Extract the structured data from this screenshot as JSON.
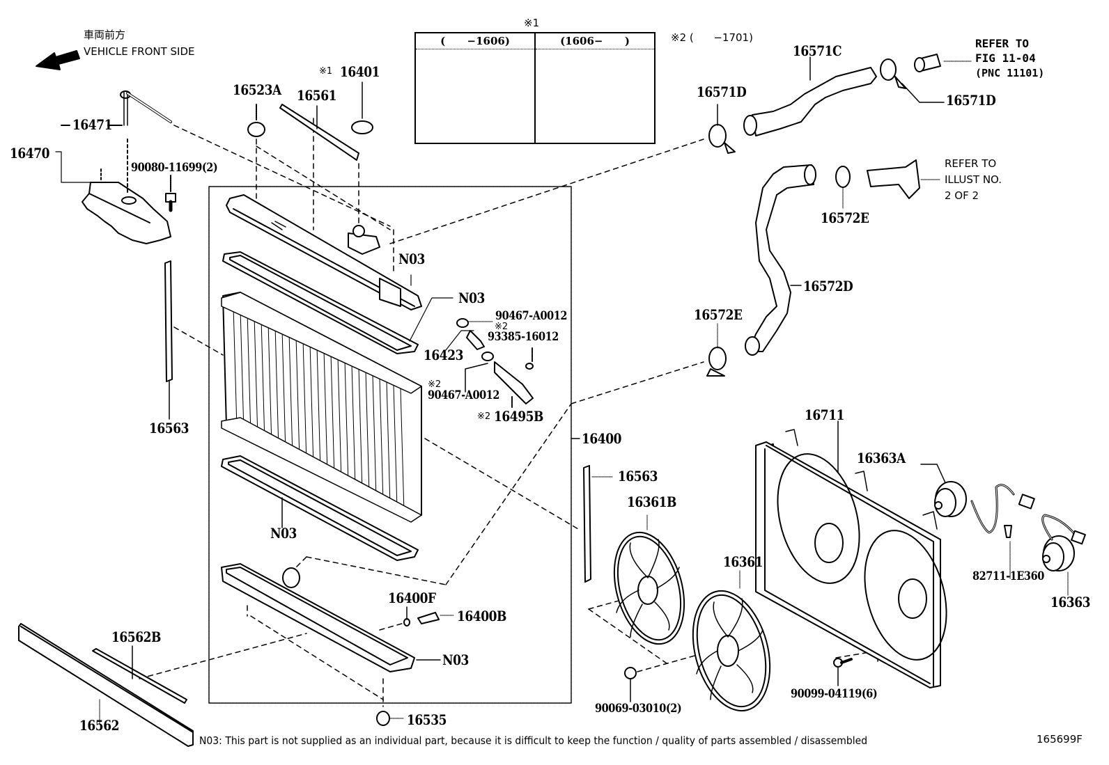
{
  "diagram": {
    "title_code": "165699F",
    "orientation": {
      "japanese": "車両前方",
      "english": "VEHICLE FRONT SIDE",
      "arrow_icon": "arrow-left-down"
    },
    "footnote": "N03: This part is not supplied as an individual part, because it is difficult to keep the function / quality of parts assembled / disassembled",
    "cap_variants": {
      "marker": "※1",
      "left_header": "(      −1606)",
      "right_header": "(1606−      )"
    },
    "hose_note": "※2 (      −1701)",
    "refers": {
      "fig": [
        "REFER TO",
        "FIG 11-04",
        "(PNC 11101)"
      ],
      "illust": [
        "REFER TO",
        "ILLUST NO.",
        "2 OF 2"
      ]
    },
    "parts": [
      {
        "id": "p16471",
        "label": "16471"
      },
      {
        "id": "p16470",
        "label": "16470"
      },
      {
        "id": "p90080",
        "label": "90080-11699(2)"
      },
      {
        "id": "p16523A",
        "label": "16523A"
      },
      {
        "id": "p16561",
        "label": "16561"
      },
      {
        "id": "p16401",
        "label": "16401",
        "mark": "※1"
      },
      {
        "id": "p16571C",
        "label": "16571C"
      },
      {
        "id": "p16571D_a",
        "label": "16571D"
      },
      {
        "id": "p16571D_b",
        "label": "16571D"
      },
      {
        "id": "p16572E_a",
        "label": "16572E"
      },
      {
        "id": "p16572D",
        "label": "16572D"
      },
      {
        "id": "p16572E_b",
        "label": "16572E"
      },
      {
        "id": "pN03_a",
        "label": "N03"
      },
      {
        "id": "pN03_b",
        "label": "N03"
      },
      {
        "id": "p90467_a",
        "label": "90467-A0012"
      },
      {
        "id": "p93385",
        "label": "93385-16012",
        "mark": "※2"
      },
      {
        "id": "p16423",
        "label": "16423"
      },
      {
        "id": "p90467_b",
        "label": "90467-A0012",
        "mark": "※2"
      },
      {
        "id": "p16495B",
        "label": "16495B",
        "mark": "※2"
      },
      {
        "id": "p16563_a",
        "label": "16563"
      },
      {
        "id": "p16400",
        "label": "16400"
      },
      {
        "id": "p16563_b",
        "label": "16563"
      },
      {
        "id": "p16711",
        "label": "16711"
      },
      {
        "id": "p16363A",
        "label": "16363A"
      },
      {
        "id": "p16361B",
        "label": "16361B"
      },
      {
        "id": "pN03_c",
        "label": "N03"
      },
      {
        "id": "p16361",
        "label": "16361"
      },
      {
        "id": "p82711",
        "label": "82711-1E360"
      },
      {
        "id": "p16363",
        "label": "16363"
      },
      {
        "id": "p16400F",
        "label": "16400F"
      },
      {
        "id": "p16400B",
        "label": "16400B"
      },
      {
        "id": "p16562B",
        "label": "16562B"
      },
      {
        "id": "pN03_d",
        "label": "N03"
      },
      {
        "id": "p90069",
        "label": "90069-03010(2)"
      },
      {
        "id": "p90099",
        "label": "90099-04119(6)"
      },
      {
        "id": "p16562",
        "label": "16562"
      },
      {
        "id": "p16535",
        "label": "16535"
      }
    ]
  }
}
